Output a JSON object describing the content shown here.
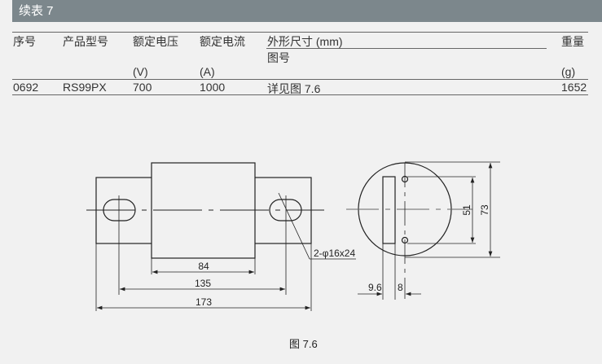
{
  "header": {
    "title": "续表 7"
  },
  "table": {
    "headers": [
      "序号",
      "产品型号",
      "额定电压",
      "额定电流",
      "外形尺寸 (mm)",
      "重量"
    ],
    "subheader_dim": "图号",
    "units": {
      "voltage": "(V)",
      "current": "(A)",
      "weight": "(g)"
    },
    "rows": [
      {
        "no": "0692",
        "model": "RS99PX",
        "voltage": "700",
        "current": "1000",
        "dim": "详见图 7.6",
        "weight": "1652"
      }
    ]
  },
  "figure": {
    "caption": "图 7.6",
    "dims": {
      "body": "84",
      "hole_span": "135",
      "total": "173",
      "holes": "2-φ16x24",
      "inner": "51",
      "outer": "73",
      "offset": "9.6",
      "thickness": "8"
    }
  }
}
